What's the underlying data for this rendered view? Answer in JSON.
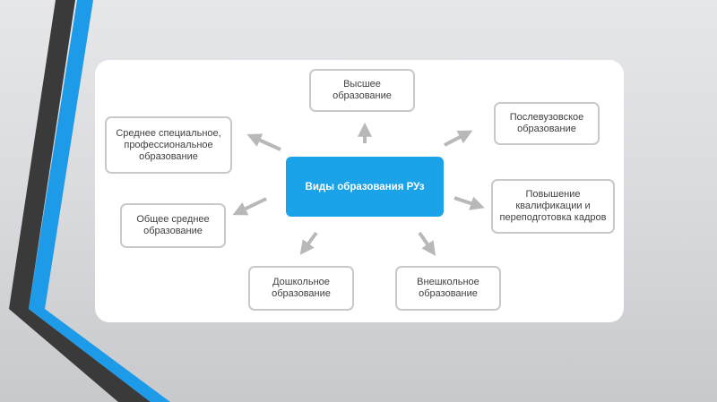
{
  "diagram": {
    "center": "Виды образования РУз",
    "nodes": {
      "higher": "Высшее образование",
      "postgraduate": "Послевузовское образование",
      "qualification": "Повышение квалификации и переподготовка кадров",
      "out_of_school": "Внешкольное образование",
      "preschool": "Дошкольное образование",
      "general_secondary": "Общее среднее образование",
      "secondary_special": "Среднее специальное, профессиональное образование"
    }
  },
  "colors": {
    "center_fill": "#1aa3e8",
    "node_border": "#c9c9c9",
    "arrow": "#b8b8b8",
    "stripe_blue": "#1e9be8",
    "stripe_dark": "#3a3a3a"
  }
}
